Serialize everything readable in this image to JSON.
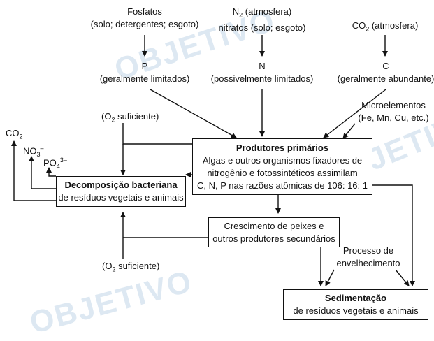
{
  "colors": {
    "line": "#111111",
    "watermark": "#dde8f2",
    "box_border": "#111111"
  },
  "watermarks": [
    {
      "text": "OBJETIVO"
    },
    {
      "text": "OBJETIVO"
    },
    {
      "text": "OBJETIVO"
    }
  ],
  "sources": {
    "phosphate": {
      "line1": "Fosfatos",
      "line2": "(solo; detergentes; esgoto)"
    },
    "nitrogen": {
      "n2_main": "N",
      "n2_sub": "2",
      "n2_rest": " (atmosfera)",
      "line2": "nitratos (solo; esgoto)"
    },
    "carbon": {
      "co_main": "CO",
      "co_sub": "2",
      "co_rest": " (atmosfera)"
    }
  },
  "nutrients": {
    "p": {
      "symbol": "P",
      "note": "(geralmente limitados)"
    },
    "n": {
      "symbol": "N",
      "note": "(possivelmente limitados)"
    },
    "c": {
      "symbol": "C",
      "note": "(geralmente abundante)"
    }
  },
  "microelements": {
    "line1": "Microelementos",
    "line2": "(Fe, Mn, Cu, etc.)"
  },
  "oxygen_top": {
    "open": "(O",
    "sub": "2",
    "rest": " suficiente)"
  },
  "oxygen_bottom": {
    "open": "(O",
    "sub": "2",
    "rest": " suficiente)"
  },
  "primary_producers": {
    "title": "Produtores primários",
    "line1": "Algas e outros organismos fixadores de",
    "line2": "nitrogênio e fotossintéticos assimilam",
    "line3": "C, N, P nas razões atômicas de 106: 16: 1"
  },
  "decomposition": {
    "title": "Decomposição bacteriana",
    "line1": "de resíduos vegetais e animais"
  },
  "growth": {
    "line1": "Crescimento de peixes e",
    "line2": "outros produtores secundários"
  },
  "aging": {
    "line1": "Processo de",
    "line2": "envelhecimento"
  },
  "sedimentation": {
    "title": "Sedimentação",
    "line1": "de resíduos vegetais e animais"
  },
  "products": {
    "co2": {
      "main": "CO",
      "sub": "2"
    },
    "no3": {
      "main": "NO",
      "sub": "3",
      "sup": "–"
    },
    "po4": {
      "main": "PO",
      "sub": "4",
      "sup": "3–"
    }
  }
}
